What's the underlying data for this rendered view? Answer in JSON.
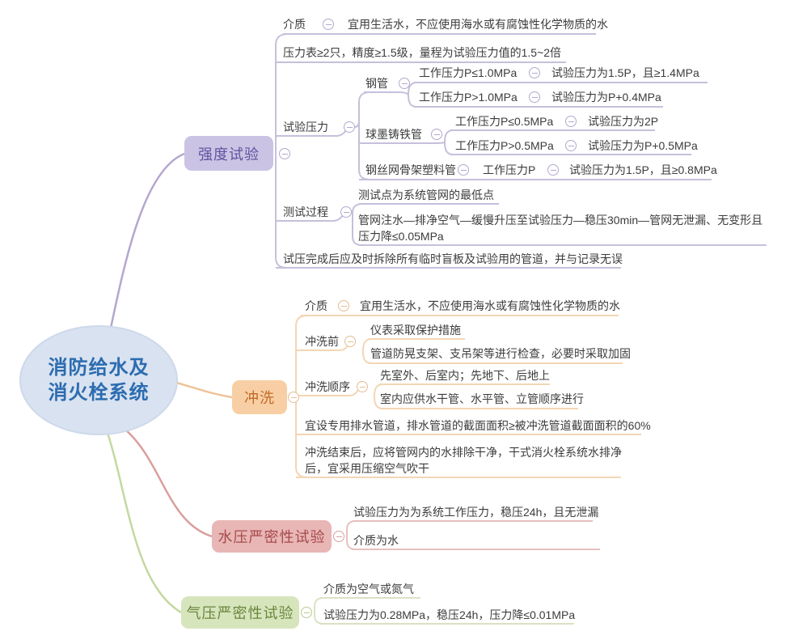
{
  "root": {
    "line1": "消防给水及",
    "line2": "消火栓系统"
  },
  "strength": {
    "label": "强度试验",
    "medium": {
      "label": "介质",
      "value": "宜用生活水，不应使用海水或有腐蚀性化学物质的水"
    },
    "gauge": "压力表≥2只，精度≥1.5级，量程为试验压力值的1.5~2倍",
    "test_pressure": {
      "label": "试验压力",
      "steel": {
        "label": "钢管",
        "rows": [
          {
            "cond": "工作压力P≤1.0MPa",
            "result": "试验压力为1.5P，且≥1.4MPa"
          },
          {
            "cond": "工作压力P>1.0MPa",
            "result": "试验压力为P+0.4MPa"
          }
        ]
      },
      "ductile": {
        "label": "球墨铸铁管",
        "rows": [
          {
            "cond": "工作压力P≤0.5MPa",
            "result": "试验压力为2P"
          },
          {
            "cond": "工作压力P>0.5MPa",
            "result": "试验压力为P+0.5MPa"
          }
        ]
      },
      "mesh": {
        "label": "钢丝网骨架塑料管",
        "cond": "工作压力P",
        "result": "试验压力为1.5P，且≥0.8MPa"
      }
    },
    "process": {
      "label": "测试过程",
      "rows": [
        "测试点为系统管网的最低点",
        "管网注水—排净空气—缓慢升压至试验压力—稳压30min—管网无泄漏、无变形且压力降≤0.05MPa"
      ]
    },
    "after": "试压完成后应及时拆除所有临时盲板及试验用的管道，并与记录无误"
  },
  "flush": {
    "label": "冲洗",
    "medium": {
      "label": "介质",
      "value": "宜用生活水，不应使用海水或有腐蚀性化学物质的水"
    },
    "before": {
      "label": "冲洗前",
      "rows": [
        "仪表采取保护措施",
        "管道防晃支架、支吊架等进行检查，必要时采取加固"
      ]
    },
    "order": {
      "label": "冲洗顺序",
      "rows": [
        "先室外、后室内；先地下、后地上",
        "室内应供水干管、水平管、立管顺序进行"
      ]
    },
    "drain": "宜设专用排水管道，排水管道的截面面积≥被冲洗管道截面面积的60%",
    "after": "冲洗结束后，应将管网内的水排除干净，干式消火栓系统水排净后，宜采用压缩空气吹干"
  },
  "water_tight": {
    "label": "水压严密性试验",
    "rows": [
      "试验压力为为系统工作压力，稳压24h，且无泄漏",
      "介质为水"
    ]
  },
  "air_tight": {
    "label": "气压严密性试验",
    "rows": [
      "介质为空气或氮气",
      "试验压力为0.28MPa，稳压24h，压力降≤0.01MPa"
    ]
  },
  "colors": {
    "strength_fill": "#cbc3e3",
    "strength_text": "#5f53a0",
    "strength_line": "#b4a7ce",
    "flush_fill": "#f8cfa4",
    "flush_text": "#c06b28",
    "flush_line": "#efc499",
    "water_fill": "#e9b6b6",
    "water_text": "#a54a4a",
    "water_line": "#da9e9e",
    "air_fill": "#d7e5bd",
    "air_text": "#69863c",
    "air_line": "#c5d8a1",
    "root_fill": "#d9e2f0",
    "root_text": "#2b6cb0"
  }
}
